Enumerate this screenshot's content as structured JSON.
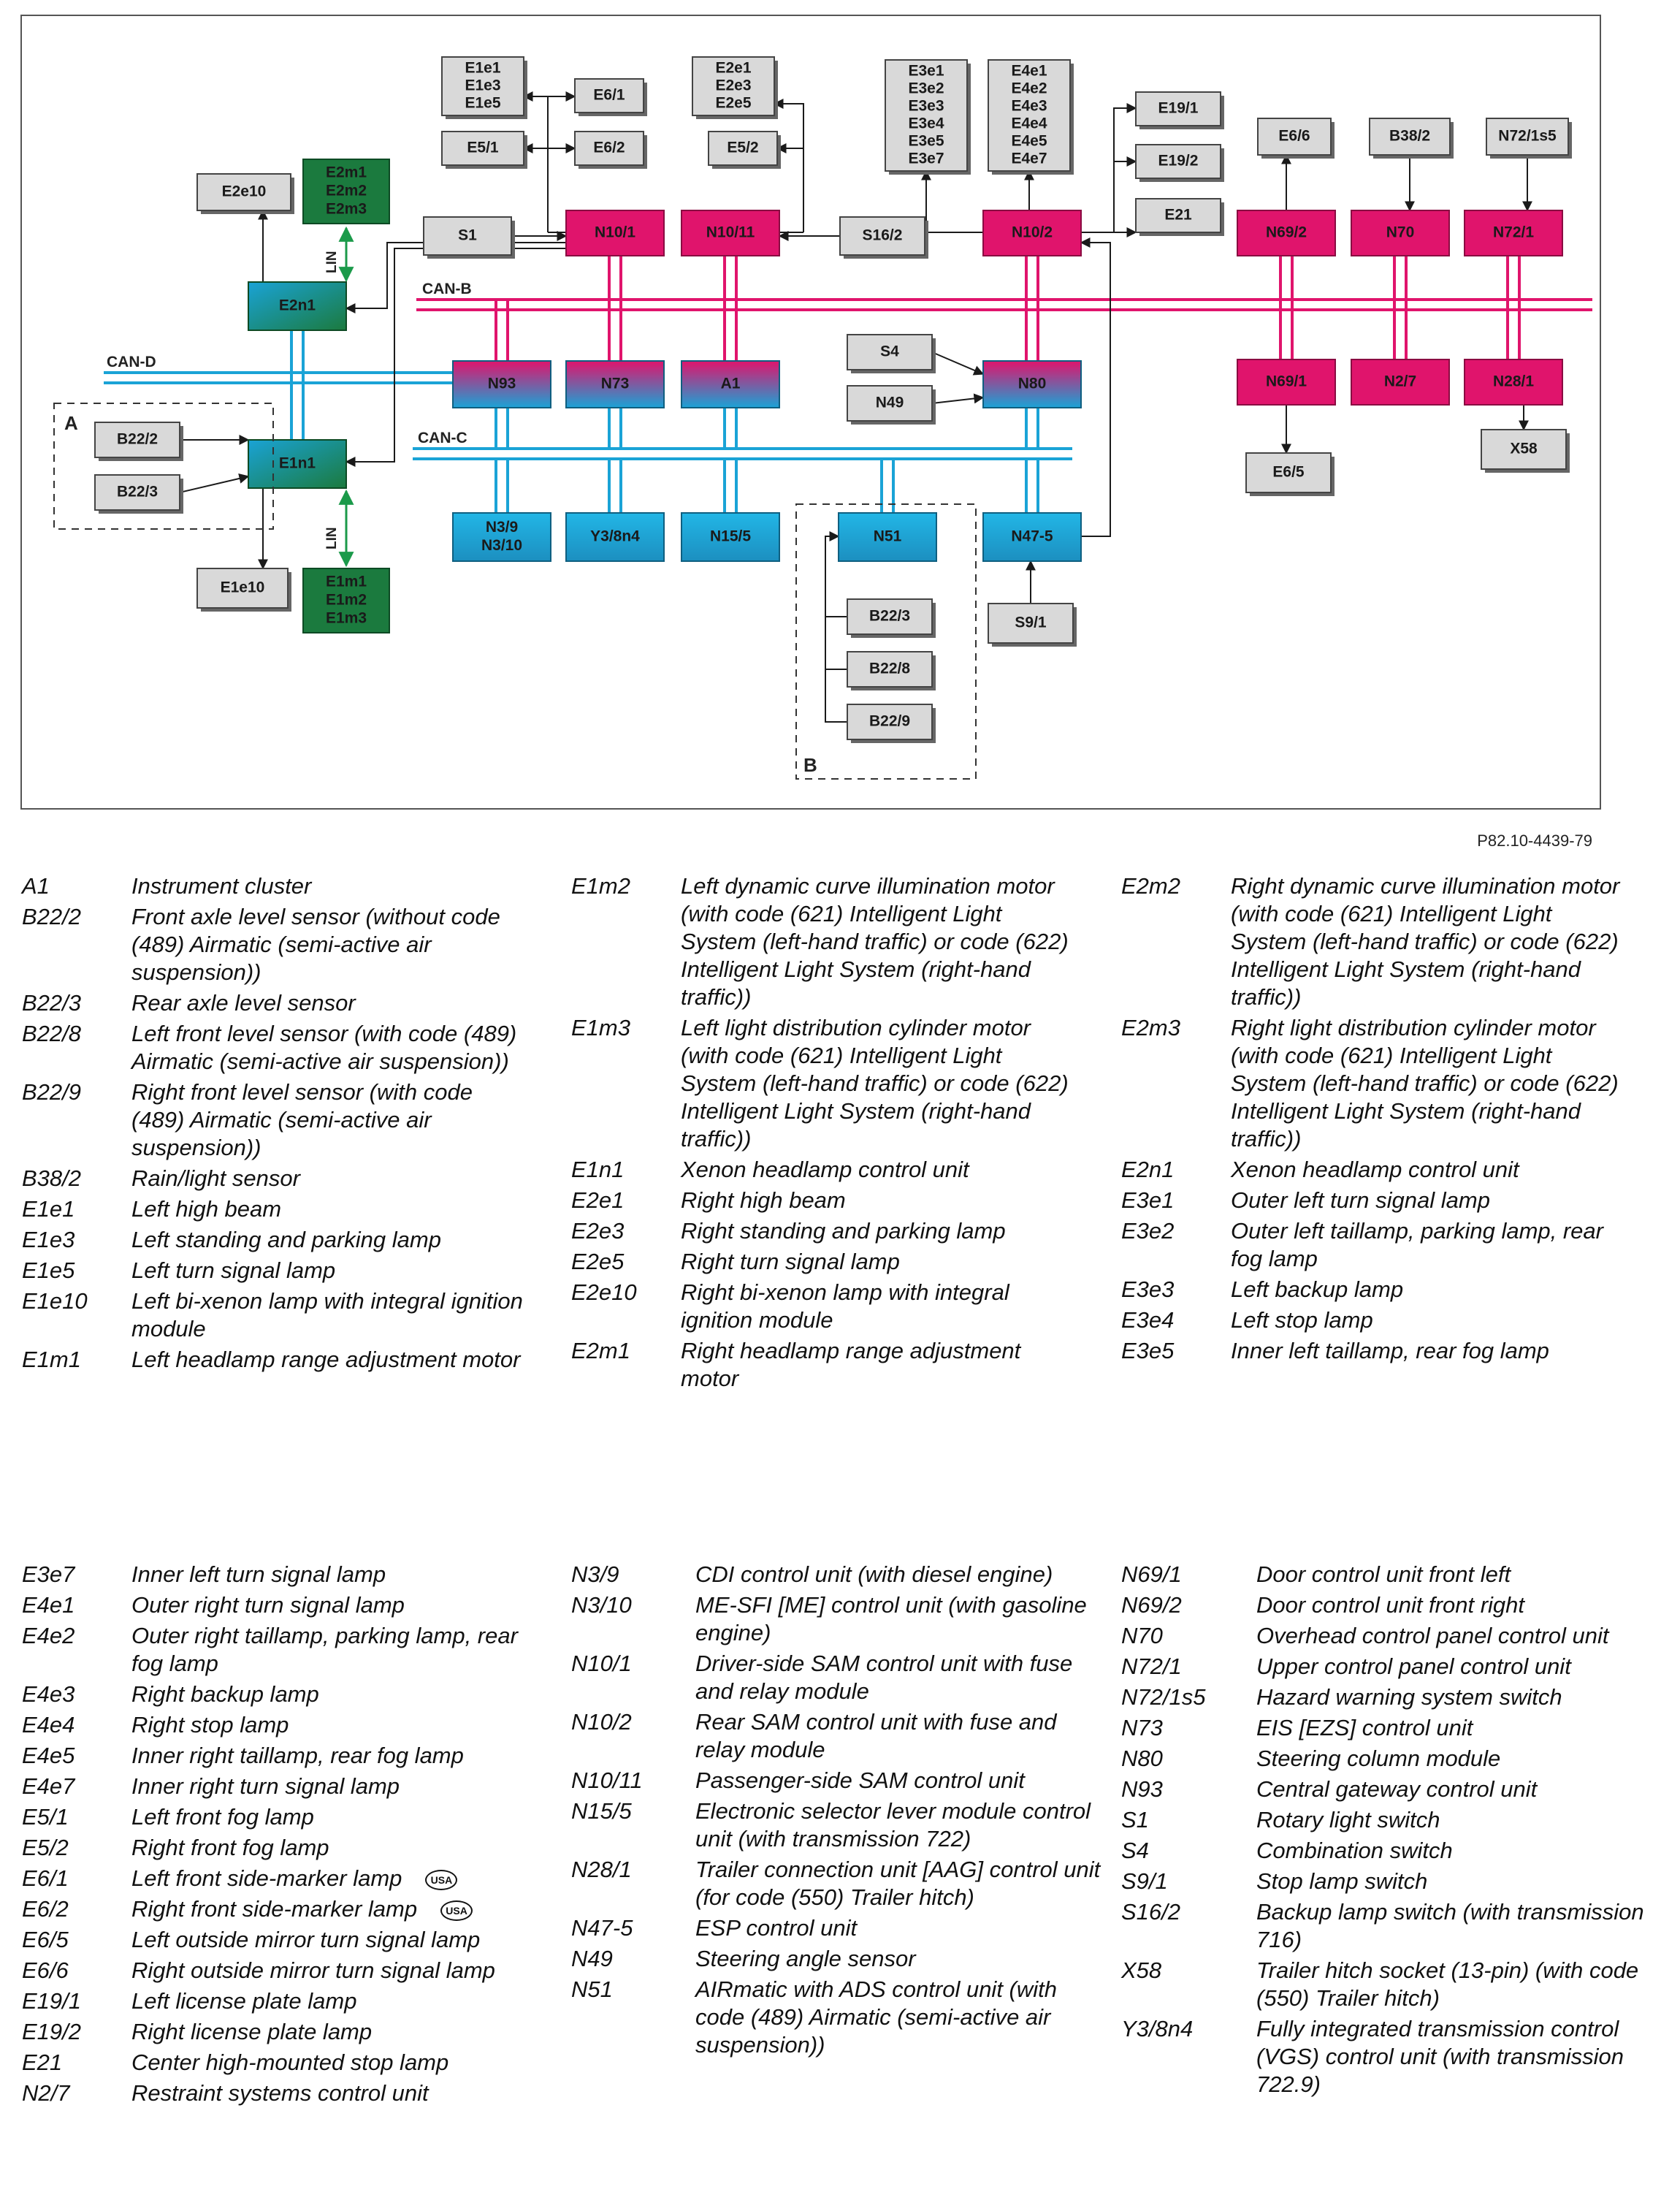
{
  "figure_ref": "P82.10-4439-79",
  "colors": {
    "magenta": "#e0146c",
    "blue_top": "#1aa3d6",
    "green": "#1b7a3e",
    "grey_box": "#d9d9d9",
    "can_b": "#e0146c",
    "can_cd": "#1aa3d6",
    "lin": "#1b9a4a"
  },
  "diagram": {
    "bus_labels": {
      "can_b": "CAN-B",
      "can_d": "CAN-D",
      "can_c": "CAN-C",
      "lin_top": "LIN",
      "lin_bottom": "LIN"
    },
    "groups": {
      "a": "A",
      "b": "B"
    },
    "nodes": {
      "E1e_group": "E1e1 E1e3 E1e5",
      "E6_1": "E6/1",
      "E5_1": "E5/1",
      "E6_2": "E6/2",
      "E2e_group": "E2e1 E2e3 E2e5",
      "E5_2": "E5/2",
      "E3e_group": "E3e1 E3e2 E3e3 E3e4 E3e5 E3e7",
      "E4e_group": "E4e1 E4e2 E4e3 E4e4 E4e5 E4e7",
      "E19_1": "E19/1",
      "E19_2": "E19/2",
      "E21": "E21",
      "E6_6": "E6/6",
      "B38_2": "B38/2",
      "N72_1s5": "N72/1s5",
      "E2e10": "E2e10",
      "E2m_group": "E2m1 E2m2 E2m3",
      "S1": "S1",
      "N10_1": "N10/1",
      "N10_11": "N10/11",
      "S16_2": "S16/2",
      "N10_2": "N10/2",
      "N69_2": "N69/2",
      "N70": "N70",
      "N72_1": "N72/1",
      "E2n1": "E2n1",
      "S4": "S4",
      "N49": "N49",
      "N93": "N93",
      "N73": "N73",
      "A1": "A1",
      "N80": "N80",
      "N69_1": "N69/1",
      "N2_7": "N2/7",
      "N28_1": "N28/1",
      "B22_2": "B22/2",
      "B22_3": "B22/3",
      "E1n1": "E1n1",
      "E6_5": "E6/5",
      "X58": "X58",
      "N3_group": "N3/9 N3/10",
      "Y3_8n4": "Y3/8n4",
      "N15_5": "N15/5",
      "N51": "N51",
      "N47_5": "N47-5",
      "E1e10": "E1e10",
      "E1m_group": "E1m1 E1m2 E1m3",
      "B22_3b": "B22/3",
      "B22_8": "B22/8",
      "B22_9": "B22/9",
      "S9_1": "S9/1"
    }
  },
  "legend": {
    "top": [
      [
        {
          "code": "A1",
          "desc": "Instrument cluster"
        },
        {
          "code": "B22/2",
          "desc": "Front axle level sensor (without code (489) Airmatic (semi-active air suspension))"
        },
        {
          "code": "B22/3",
          "desc": "Rear axle level sensor"
        },
        {
          "code": "B22/8",
          "desc": "Left front level sensor (with code (489) Airmatic (semi-active air suspension))"
        },
        {
          "code": "B22/9",
          "desc": "Right front level sensor (with code (489) Airmatic (semi-active air suspension))"
        },
        {
          "code": "B38/2",
          "desc": "Rain/light sensor"
        },
        {
          "code": "E1e1",
          "desc": "Left high beam"
        },
        {
          "code": "E1e3",
          "desc": "Left standing and parking lamp"
        },
        {
          "code": "E1e5",
          "desc": "Left turn signal lamp"
        },
        {
          "code": "E1e10",
          "desc": "Left bi-xenon lamp with integral ignition module"
        },
        {
          "code": "E1m1",
          "desc": "Left headlamp range adjustment motor"
        }
      ],
      [
        {
          "code": "E1m2",
          "desc": "Left dynamic curve illumination motor (with code (621) Intelligent Light System (left-hand traffic) or code (622) Intelligent Light System (right-hand traffic))"
        },
        {
          "code": "E1m3",
          "desc": "Left light distribution cylinder motor (with code (621) Intelligent Light System (left-hand traffic) or code (622) Intelligent Light System (right-hand traffic))"
        },
        {
          "code": "E1n1",
          "desc": "Xenon headlamp control unit"
        },
        {
          "code": "E2e1",
          "desc": "Right high beam"
        },
        {
          "code": "E2e3",
          "desc": "Right standing and parking lamp"
        },
        {
          "code": "E2e5",
          "desc": "Right turn signal lamp"
        },
        {
          "code": "E2e10",
          "desc": "Right bi-xenon lamp with integral ignition module"
        },
        {
          "code": "E2m1",
          "desc": "Right headlamp range adjustment motor"
        }
      ],
      [
        {
          "code": "E2m2",
          "desc": "Right dynamic curve illumination motor (with code (621) Intelligent Light System (left-hand traffic) or code (622) Intelligent Light System (right-hand traffic))"
        },
        {
          "code": "E2m3",
          "desc": "Right light distribution cylinder motor (with code (621) Intelligent Light System (left-hand traffic) or code (622) Intelligent Light System (right-hand traffic))"
        },
        {
          "code": "E2n1",
          "desc": "Xenon headlamp control unit"
        },
        {
          "code": "E3e1",
          "desc": "Outer left turn signal lamp"
        },
        {
          "code": "E3e2",
          "desc": "Outer left taillamp, parking lamp, rear fog lamp"
        },
        {
          "code": "E3e3",
          "desc": "Left backup lamp"
        },
        {
          "code": "E3e4",
          "desc": "Left stop lamp"
        },
        {
          "code": "E3e5",
          "desc": "Inner left taillamp, rear fog lamp"
        }
      ]
    ],
    "bottom": [
      [
        {
          "code": "E3e7",
          "desc": "Inner left turn signal lamp"
        },
        {
          "code": "E4e1",
          "desc": "Outer right turn signal lamp"
        },
        {
          "code": "E4e2",
          "desc": "Outer right taillamp, parking lamp, rear fog lamp"
        },
        {
          "code": "E4e3",
          "desc": "Right backup lamp"
        },
        {
          "code": "E4e4",
          "desc": "Right stop lamp"
        },
        {
          "code": "E4e5",
          "desc": "Inner right taillamp, rear fog lamp"
        },
        {
          "code": "E4e7",
          "desc": "Inner right turn signal lamp"
        },
        {
          "code": "E5/1",
          "desc": "Left front fog lamp"
        },
        {
          "code": "E5/2",
          "desc": "Right front fog lamp"
        },
        {
          "code": "E6/1",
          "desc": "Left front side-marker lamp",
          "badge": "USA"
        },
        {
          "code": "E6/2",
          "desc": "Right front side-marker lamp",
          "badge": "USA"
        },
        {
          "code": "E6/5",
          "desc": "Left outside mirror turn signal lamp"
        },
        {
          "code": "E6/6",
          "desc": "Right outside mirror turn signal lamp"
        },
        {
          "code": "E19/1",
          "desc": "Left license plate lamp"
        },
        {
          "code": "E19/2",
          "desc": "Right license plate lamp"
        },
        {
          "code": "E21",
          "desc": "Center high-mounted stop lamp"
        },
        {
          "code": "N2/7",
          "desc": "Restraint systems control unit"
        }
      ],
      [
        {
          "code": "N3/9",
          "desc": "CDI control unit (with diesel engine)"
        },
        {
          "code": "N3/10",
          "desc": "ME-SFI [ME] control unit (with gasoline engine)"
        },
        {
          "code": "N10/1",
          "desc": "Driver-side SAM control unit with fuse and relay module"
        },
        {
          "code": "N10/2",
          "desc": "Rear SAM control unit with fuse and relay module"
        },
        {
          "code": "N10/11",
          "desc": "Passenger-side SAM control unit"
        },
        {
          "code": "N15/5",
          "desc": "Electronic selector lever module control unit (with transmission 722)"
        },
        {
          "code": "N28/1",
          "desc": "Trailer connection unit [AAG] control unit (for code (550) Trailer hitch)"
        },
        {
          "code": "N47-5",
          "desc": "ESP control unit"
        },
        {
          "code": "N49",
          "desc": "Steering angle sensor"
        },
        {
          "code": "N51",
          "desc": "AIRmatic with ADS control unit (with code (489) Airmatic (semi-active air suspension))"
        }
      ],
      [
        {
          "code": "N69/1",
          "desc": "Door control unit front left"
        },
        {
          "code": "N69/2",
          "desc": "Door control unit front right"
        },
        {
          "code": "N70",
          "desc": "Overhead control panel control unit"
        },
        {
          "code": "N72/1",
          "desc": "Upper control panel control unit"
        },
        {
          "code": "N72/1s5",
          "desc": "Hazard warning system switch"
        },
        {
          "code": "N73",
          "desc": "EIS [EZS] control unit"
        },
        {
          "code": "N80",
          "desc": "Steering column module"
        },
        {
          "code": "N93",
          "desc": "Central gateway control unit"
        },
        {
          "code": "S1",
          "desc": "Rotary light switch"
        },
        {
          "code": "S4",
          "desc": "Combination switch"
        },
        {
          "code": "S9/1",
          "desc": "Stop lamp switch"
        },
        {
          "code": "S16/2",
          "desc": "Backup lamp switch (with transmission 716)"
        },
        {
          "code": "X58",
          "desc": "Trailer hitch socket (13-pin) (with code (550) Trailer hitch)"
        },
        {
          "code": "Y3/8n4",
          "desc": "Fully integrated transmission control (VGS) control unit (with transmission 722.9)"
        }
      ]
    ]
  }
}
